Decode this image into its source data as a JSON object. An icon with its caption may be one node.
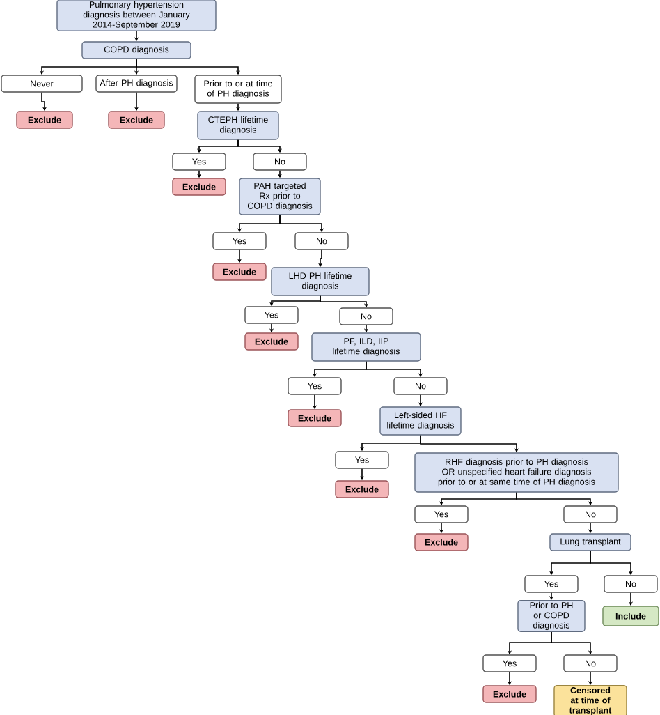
{
  "diagram": {
    "nodes": [
      {
        "text": [
          "Pulmonary hypertension diagnosis between January 2014-September 2019"
        ]
      },
      {
        "text": [
          "COPD diagnosis"
        ]
      },
      {
        "text": [
          "Never"
        ]
      },
      {
        "text": [
          "After PH diagnosis"
        ]
      },
      {
        "text": [
          "Prior to or at time of PH diagnosis"
        ]
      },
      {
        "text": [
          "Exclude"
        ]
      },
      {
        "text": [
          "Exclude"
        ]
      },
      {
        "text": [
          "CTEPH lifetime diagnosis"
        ]
      },
      {
        "text": [
          "Yes"
        ]
      },
      {
        "text": [
          "No"
        ]
      },
      {
        "text": [
          "Exclude"
        ]
      },
      {
        "text": [
          "PAH targeted Rx prior to COPD diagnosis"
        ]
      },
      {
        "text": [
          "Yes"
        ]
      },
      {
        "text": [
          "No"
        ]
      },
      {
        "text": [
          "Exclude"
        ]
      },
      {
        "text": [
          "LHD PH lifetime diagnosis"
        ]
      },
      {
        "text": [
          "Yes"
        ]
      },
      {
        "text": [
          "No"
        ]
      },
      {
        "text": [
          "Exclude"
        ]
      },
      {
        "text": [
          "PF, ILD, IIP lifetime diagnosis"
        ]
      },
      {
        "text": [
          "Yes"
        ]
      },
      {
        "text": [
          "No"
        ]
      },
      {
        "text": [
          "Exclude"
        ]
      },
      {
        "text": [
          "Left-sided HF lifetime diagnosis"
        ]
      },
      {
        "text": [
          "Yes"
        ]
      },
      {
        "text": [
          "RHF diagnosis prior to PH diagnosis OR unspecified heart failure diagnosis prior to or at same time of PH diagnosis"
        ]
      },
      {
        "text": [
          "Exclude"
        ]
      },
      {
        "text": [
          "Yes"
        ]
      },
      {
        "text": [
          "No"
        ]
      },
      {
        "text": [
          "Exclude"
        ]
      },
      {
        "text": [
          "Lung transplant"
        ]
      },
      {
        "text": [
          "Yes"
        ]
      },
      {
        "text": [
          "No"
        ]
      },
      {
        "text": [
          "Prior to PH or COPD diagnosis"
        ]
      },
      {
        "text": [
          "Include"
        ]
      },
      {
        "text": [
          "Yes"
        ]
      },
      {
        "text": [
          "No"
        ]
      },
      {
        "text": [
          "Exclude"
        ]
      },
      {
        "text": [
          "Censored at time of transplant"
        ]
      }
    ],
    "edges": [
      {
        "from": 0,
        "to": 1,
        "arrow": "to"
      },
      {
        "from": 1,
        "to": 2,
        "arrow": "to"
      },
      {
        "from": 1,
        "to": 3,
        "arrow": "to"
      },
      {
        "from": 1,
        "to": 4,
        "arrow": "to"
      },
      {
        "from": 2,
        "to": 5,
        "arrow": "to"
      },
      {
        "from": 3,
        "to": 6,
        "arrow": "to"
      },
      {
        "from": 4,
        "to": 7,
        "arrow": "to"
      },
      {
        "from": 7,
        "to": 8,
        "arrow": "to"
      },
      {
        "from": 7,
        "to": 9,
        "arrow": "to"
      },
      {
        "from": 8,
        "to": 10,
        "arrow": "to"
      },
      {
        "from": 9,
        "to": 11,
        "arrow": "to"
      },
      {
        "from": 11,
        "to": 12,
        "arrow": "to"
      },
      {
        "from": 11,
        "to": 13,
        "arrow": "to"
      },
      {
        "from": 12,
        "to": 14,
        "arrow": "to"
      },
      {
        "from": 13,
        "to": 15,
        "arrow": "to"
      },
      {
        "from": 15,
        "to": 16,
        "arrow": "to"
      },
      {
        "from": 15,
        "to": 17,
        "arrow": "to"
      },
      {
        "from": 16,
        "to": 18,
        "arrow": "to"
      },
      {
        "from": 17,
        "to": 19,
        "arrow": "to"
      },
      {
        "from": 19,
        "to": 20,
        "arrow": "to"
      },
      {
        "from": 19,
        "to": 21,
        "arrow": "to"
      },
      {
        "from": 20,
        "to": 22,
        "arrow": "to"
      },
      {
        "from": 21,
        "to": 23,
        "arrow": "to"
      },
      {
        "from": 23,
        "to": 24,
        "arrow": "to"
      },
      {
        "from": 23,
        "to": 25,
        "arrow": "to"
      },
      {
        "from": 24,
        "to": 26,
        "arrow": "to"
      },
      {
        "from": 25,
        "to": 27,
        "arrow": "to"
      },
      {
        "from": 25,
        "to": 28,
        "arrow": "to"
      },
      {
        "from": 27,
        "to": 29,
        "arrow": "to"
      },
      {
        "from": 28,
        "to": 30,
        "arrow": "to"
      },
      {
        "from": 30,
        "to": 31,
        "arrow": "to"
      },
      {
        "from": 30,
        "to": 32,
        "arrow": "to"
      },
      {
        "from": 31,
        "to": 33,
        "arrow": "to"
      },
      {
        "from": 32,
        "to": 34,
        "arrow": "to"
      },
      {
        "from": 33,
        "to": 35,
        "arrow": "to"
      },
      {
        "from": 33,
        "to": 36,
        "arrow": "to"
      },
      {
        "from": 35,
        "to": 37,
        "arrow": "to"
      },
      {
        "from": 36,
        "to": 38,
        "arrow": "to"
      }
    ]
  }
}
